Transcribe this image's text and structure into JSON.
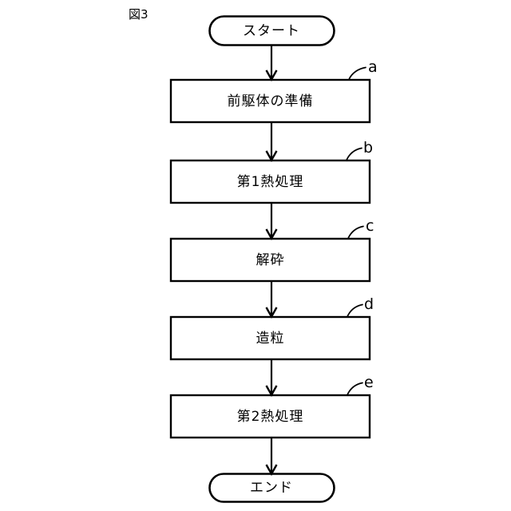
{
  "figure": {
    "label": "図3",
    "title_note": ""
  },
  "diagram": {
    "type": "flowchart",
    "orientation": "vertical-top-to-bottom",
    "background_color": "#ffffff",
    "stroke_color": "#000000",
    "nodes": [
      {
        "id": "start",
        "shape": "terminal",
        "label": "スタート",
        "ref": ""
      },
      {
        "id": "a",
        "shape": "process",
        "label": "前駆体の準備",
        "ref": "a"
      },
      {
        "id": "b",
        "shape": "process",
        "label": "第1熱処理",
        "ref": "b"
      },
      {
        "id": "c",
        "shape": "process",
        "label": "解砕",
        "ref": "c"
      },
      {
        "id": "d",
        "shape": "process",
        "label": "造粒",
        "ref": "d"
      },
      {
        "id": "e",
        "shape": "process",
        "label": "第2熱処理",
        "ref": "e"
      },
      {
        "id": "end",
        "shape": "terminal",
        "label": "エンド",
        "ref": ""
      }
    ],
    "edges": [
      {
        "from": "start",
        "to": "a",
        "style": "arrow"
      },
      {
        "from": "a",
        "to": "b",
        "style": "arrow"
      },
      {
        "from": "b",
        "to": "c",
        "style": "arrow"
      },
      {
        "from": "c",
        "to": "d",
        "style": "arrow"
      },
      {
        "from": "d",
        "to": "e",
        "style": "arrow"
      },
      {
        "from": "e",
        "to": "end",
        "style": "arrow"
      }
    ],
    "reference_labels": [
      "a",
      "b",
      "c",
      "d",
      "e"
    ]
  }
}
